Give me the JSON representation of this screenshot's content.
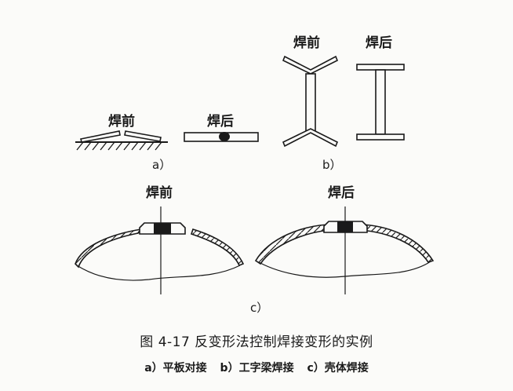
{
  "panel_a": {
    "before_label": "焊前",
    "after_label": "焊后",
    "sublabel": "a）"
  },
  "panel_b": {
    "before_label": "焊前",
    "after_label": "焊后",
    "sublabel": "b）"
  },
  "panel_c": {
    "before_label": "焊前",
    "after_label": "焊后",
    "sublabel": "c）"
  },
  "caption": {
    "title": "图 4-17    反变形法控制焊接变形的实例",
    "parts": [
      "a）平板对接",
      "b）工字梁焊接",
      "c）壳体焊接"
    ]
  }
}
